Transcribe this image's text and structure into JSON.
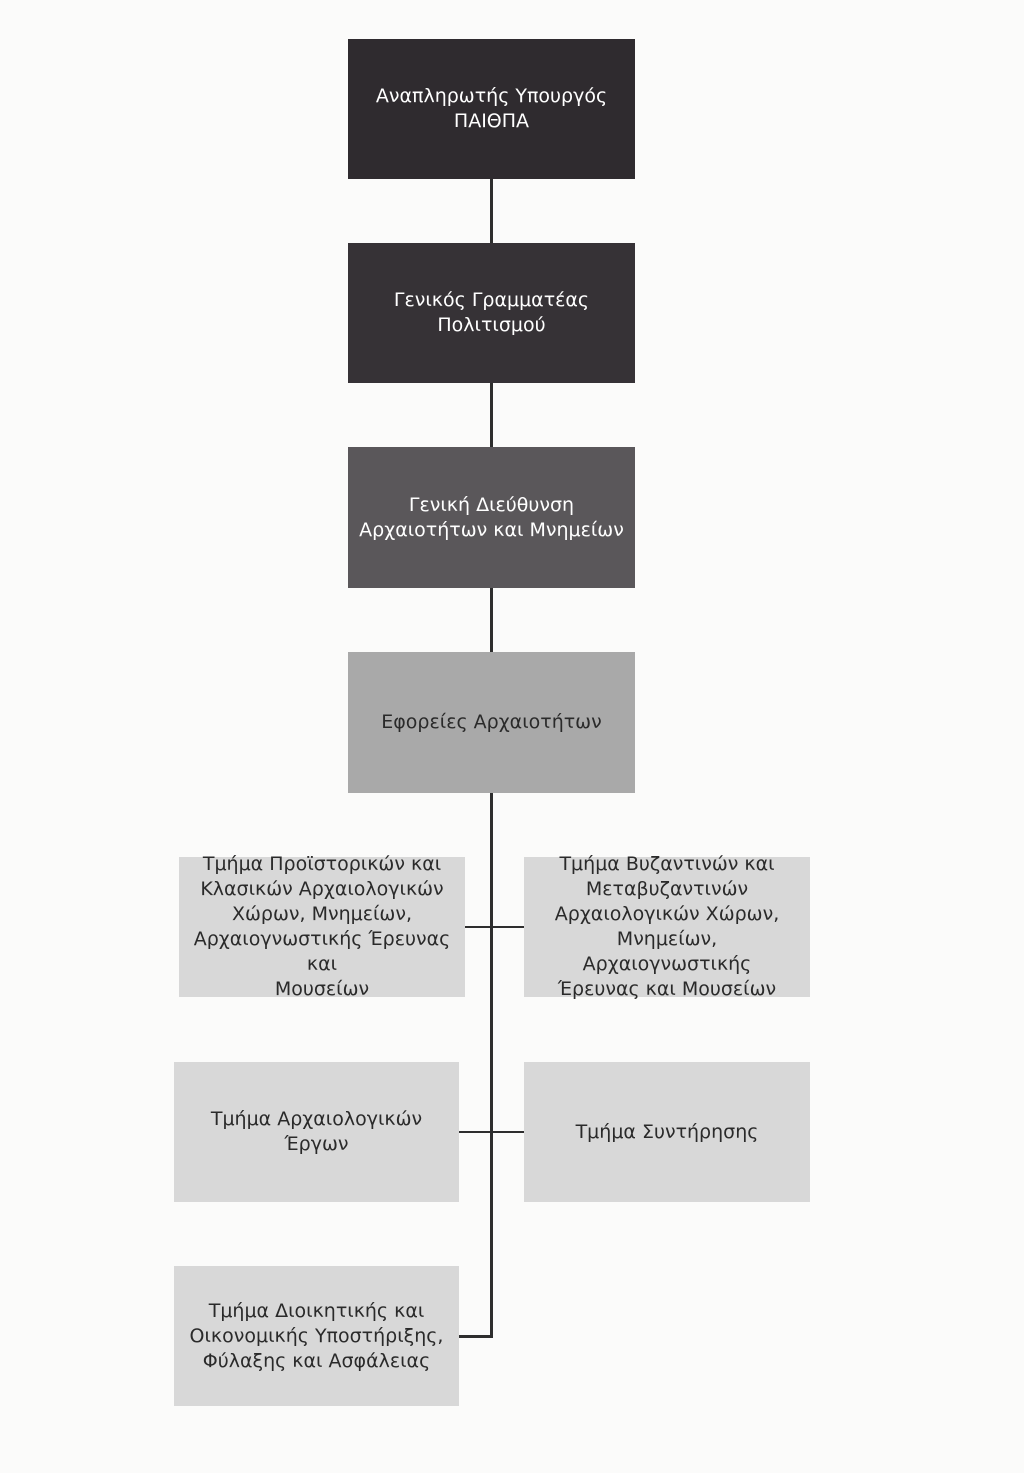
{
  "org_chart": {
    "level1": {
      "line1": "Αναπληρωτής Υπουργός",
      "line2": "ΠΑΙΘΠΑ"
    },
    "level2": {
      "line1": "Γενικός Γραμματέας",
      "line2": "Πολιτισμού"
    },
    "level3": {
      "line1": "Γενική Διεύθυνση",
      "line2": "Αρχαιοτήτων και Μνημείων"
    },
    "level4": {
      "line1": "Εφορείες Αρχαιοτήτων"
    },
    "departments": {
      "prehistoric": {
        "lines": [
          "Τμήμα Προϊστορικών και",
          "Κλασικών Αρχαιολογικών",
          "Χώρων, Μνημείων,",
          "Αρχαιογνωστικής Έρευνας και",
          "Μουσείων"
        ]
      },
      "byzantine": {
        "lines": [
          "Τμήμα Βυζαντινών και",
          "Μεταβυζαντινών",
          "Αρχαιολογικών Χώρων,",
          "Μνημείων, Αρχαιογνωστικής",
          "Έρευνας και Μουσείων"
        ]
      },
      "works": {
        "lines": [
          "Τμήμα Αρχαιολογικών Έργων"
        ]
      },
      "conservation": {
        "lines": [
          "Τμήμα Συντήρησης"
        ]
      },
      "administrative": {
        "lines": [
          "Τμήμα Διοικητικής και",
          "Οικονομικής Υποστήριξης,",
          "Φύλαξης και Ασφάλειας"
        ]
      }
    }
  },
  "colors": {
    "dark": "#2f2b2f",
    "medium": "#5a575a",
    "gray": "#a9a9a9",
    "light": "#d8d8d8",
    "connector": "#2e2e2e"
  }
}
